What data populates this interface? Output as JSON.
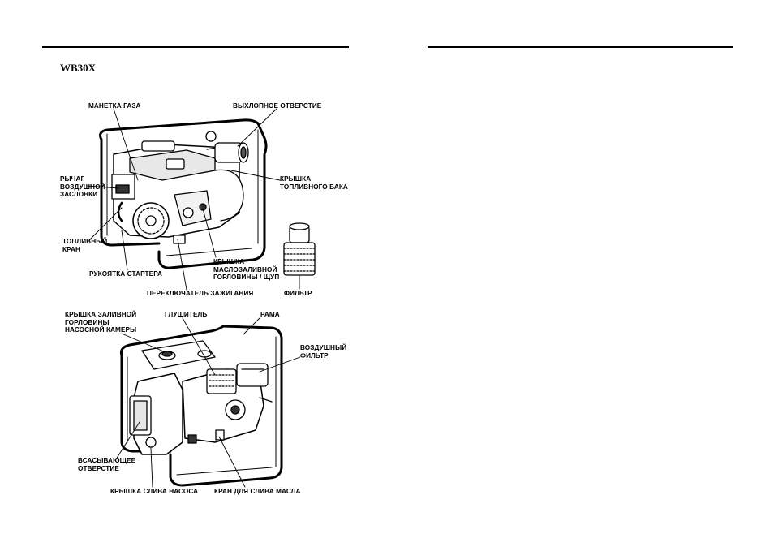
{
  "header": {
    "model": "WB30X"
  },
  "top_labels": {
    "throttle": "МАНЕТКА ГАЗА",
    "exhaust": "ВЫХЛОПНОЕ ОТВЕРСТИЕ",
    "choke_1": "РЫЧАГ",
    "choke_2": "ВОЗДУШНОЙ",
    "choke_3": "ЗАСЛОНКИ",
    "fuel_cap_1": "КРЫШКА",
    "fuel_cap_2": "ТОПЛИВНОГО БАКА",
    "fuel_valve_1": "ТОПЛИВНЫЙ",
    "fuel_valve_2": "КРАН",
    "starter": "РУКОЯТКА СТАРТЕРА",
    "oil_cap_1": "КРЫШКА",
    "oil_cap_2": "МАСЛОЗАЛИВНОЙ",
    "oil_cap_3": "ГОРЛОВИНЫ / ЩУП",
    "ignition": "ПЕРЕКЛЮЧАТЕЛЬ ЗАЖИГАНИЯ",
    "filter": "ФИЛЬТР"
  },
  "bottom_labels": {
    "priming_1": "КРЫШКА ЗАЛИВНОЙ",
    "priming_2": "ГОРЛОВИНЫ",
    "priming_3": "НАСОСНОЙ КАМЕРЫ",
    "muffler": "ГЛУШИТЕЛЬ",
    "frame": "РАМА",
    "air_filter_1": "ВОЗДУШНЫЙ",
    "air_filter_2": "ФИЛЬТР",
    "suction_1": "ВСАСЫВАЮЩЕЕ",
    "suction_2": "ОТВЕРСТИЕ",
    "drain_plug": "КРЫШКА СЛИВА НАСОСА",
    "oil_drain": "КРАН ДЛЯ СЛИВА МАСЛА"
  }
}
